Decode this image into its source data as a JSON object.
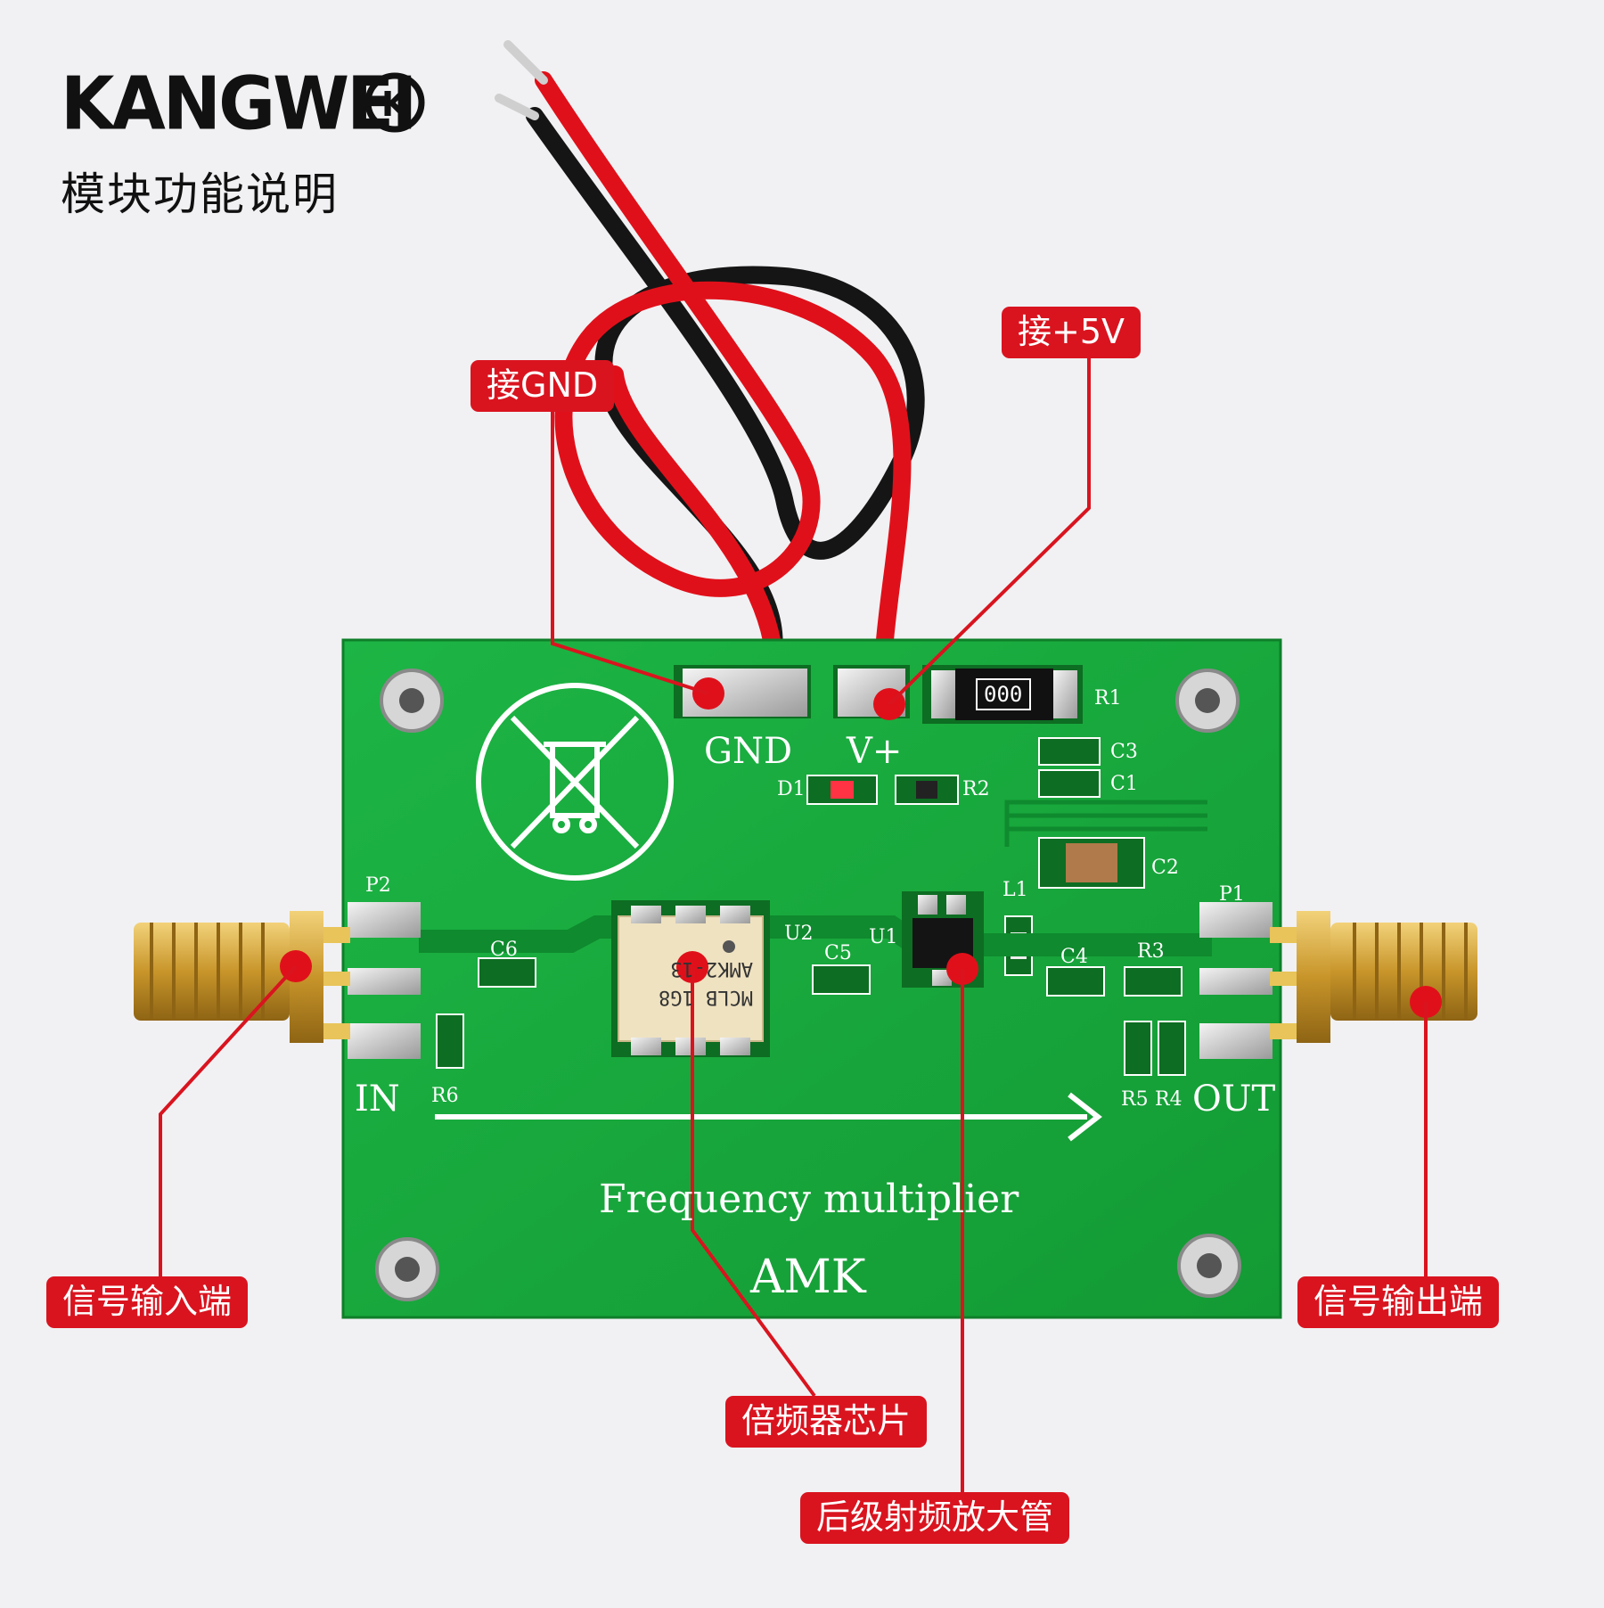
{
  "header": {
    "brand": "KANGWEI",
    "brand_badge": "K",
    "subtitle": "模块功能说明"
  },
  "callouts": {
    "gnd": "接GND",
    "vcc": "接+5V",
    "input": "信号输入端",
    "output": "信号输出端",
    "chip": "倍频器芯片",
    "amp": "后级射频放大管"
  },
  "board": {
    "title": "Frequency multiplier",
    "brand": "AMK",
    "pad_gnd": "GND",
    "pad_vplus": "V+",
    "port_in": "IN",
    "port_out": "OUT",
    "chip_lines": [
      "MCLB 1G8",
      "AMK2-13"
    ],
    "silk": {
      "p1": "P1",
      "p2": "P2",
      "r1": "R1",
      "r2": "R2",
      "r3": "R3",
      "r4": "R4",
      "r5": "R5",
      "r6": "R6",
      "c1": "C1",
      "c2": "C2",
      "c3": "C3",
      "c4": "C4",
      "c5": "C5",
      "c6": "C6",
      "d1": "D1",
      "l1": "L1",
      "u1": "U1",
      "u2": "U2",
      "resistor_code": "000"
    }
  },
  "colors": {
    "pcb": "#16a83a",
    "callout": "#d9141f",
    "wire_red": "#e0101a",
    "wire_black": "#151515",
    "gold": "#d9a93a"
  }
}
